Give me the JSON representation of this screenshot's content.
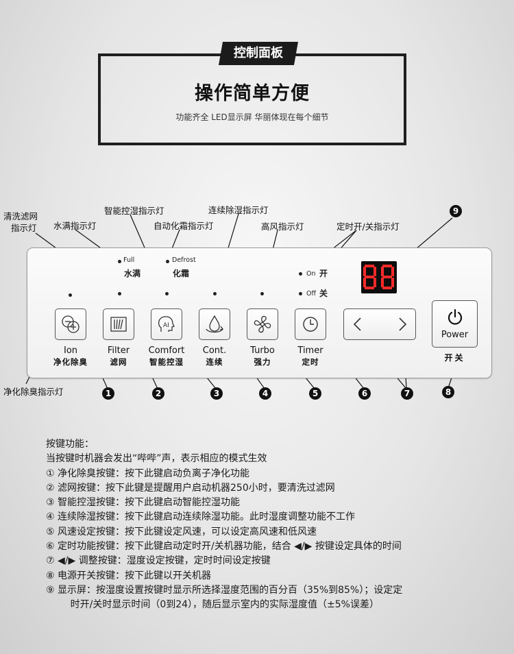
{
  "header": {
    "tag": "控制面板",
    "headline": "操作简单方便",
    "subline": "功能齐全 LED显示屏 华丽体现在每个细节"
  },
  "callouts": {
    "clean_filter": "清洗滤网",
    "clean_filter2": "指示灯",
    "water_full": "水满指示灯",
    "smart_humidity": "智能控湿指示灯",
    "defrost": "自动化霜指示灯",
    "continuous": "连续除湿指示灯",
    "high_wind": "高风指示灯",
    "timer_onoff": "定时开/关指示灯",
    "ion": "净化除臭指示灯"
  },
  "indicators": {
    "full_en": "Full",
    "full_cn": "水满",
    "defrost_en": "Defrost",
    "defrost_cn": "化霜",
    "on_en": "On",
    "on_cn": "开",
    "off_en": "Off",
    "off_cn": "关"
  },
  "buttons": [
    {
      "en": "Ion",
      "cn": "净化除臭",
      "num": "1"
    },
    {
      "en": "Filter",
      "cn": "滤网",
      "num": "2"
    },
    {
      "en": "Comfort",
      "cn": "智能控湿",
      "num": "3"
    },
    {
      "en": "Cont.",
      "cn": "连续",
      "num": "4"
    },
    {
      "en": "Turbo",
      "cn": "强力",
      "num": "5"
    },
    {
      "en": "Timer",
      "cn": "定时",
      "num": "6"
    }
  ],
  "arrows_num": "7",
  "power": {
    "label": "Power",
    "cn": "开关",
    "num": "8"
  },
  "display": {
    "text": "88",
    "num": "9"
  },
  "comfort_icon_text": "AI",
  "description": [
    "按键功能：",
    "当按键时机器会发出“哔哔”声，表示相应的模式生效",
    "① 净化除臭按键：按下此键启动负离子净化功能",
    "② 滤网按键：按下此键是提醒用户启动机器250小时，要清洗过滤网",
    "③ 智能控湿按键：按下此键启动智能控湿功能",
    "④ 连续除湿按键：按下此键启动连续除湿功能。此时湿度调整功能不工作",
    "⑤ 风速设定按键：按下此键设定风速，可以设定高风速和低风速",
    "⑥ 定时功能按键：按下此键启动定时开/关机器功能，结合 ◀/▶ 按键设定具体的时间",
    "⑦  ◀/▶ 调整按键：湿度设定按键，定时时间设定按键",
    "⑧ 电源开关按键：按下此键以开关机器",
    "⑨ 显示屏：按湿度设置按键时显示所选择湿度范围的百分百（35%到85%）；设定定",
    "        时开/关时显示时间（0到24），随后显示室内的实际湿度值（±5%误差）"
  ]
}
